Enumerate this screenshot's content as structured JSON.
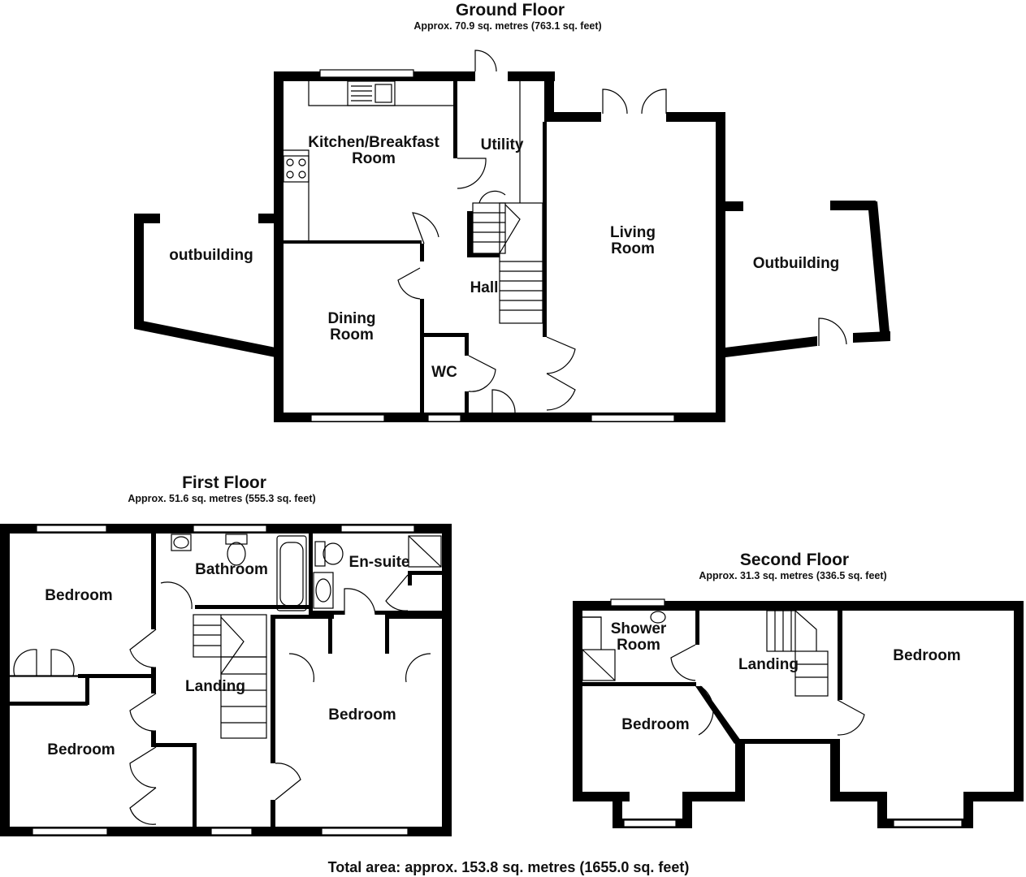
{
  "floors": {
    "ground": {
      "title": "Ground Floor",
      "area": "Approx. 70.9 sq. metres (763.1 sq. feet)",
      "rooms": {
        "kitchen_line1": "Kitchen/Breakfast",
        "kitchen_line2": "Room",
        "utility": "Utility",
        "living_line1": "Living",
        "living_line2": "Room",
        "outbuilding_left": "outbuilding",
        "outbuilding_right": "Outbuilding",
        "hall": "Hall",
        "dining_line1": "Dining",
        "dining_line2": "Room",
        "wc": "WC"
      }
    },
    "first": {
      "title": "First Floor",
      "area": "Approx. 51.6 sq. metres (555.3 sq. feet)",
      "rooms": {
        "bedroom_top_left": "Bedroom",
        "bathroom": "Bathroom",
        "ensuite": "En-suite",
        "landing": "Landing",
        "bedroom_right": "Bedroom",
        "bedroom_bottom_left": "Bedroom"
      }
    },
    "second": {
      "title": "Second Floor",
      "area": "Approx. 31.3 sq. metres (336.5 sq. feet)",
      "rooms": {
        "shower_line1": "Shower",
        "shower_line2": "Room",
        "landing": "Landing",
        "bedroom_right": "Bedroom",
        "bedroom_left": "Bedroom"
      }
    }
  },
  "total_area": "Total area: approx. 153.8 sq. metres (1655.0 sq. feet)"
}
